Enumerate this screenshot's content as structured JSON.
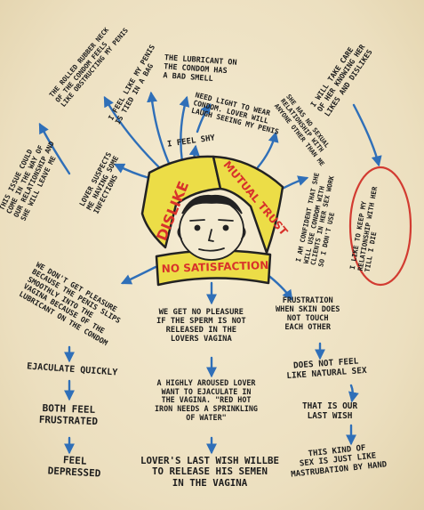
{
  "title": "",
  "center": {
    "left_label": "DISLIKE",
    "right_label": "MUTUAL TRUST",
    "bottom_label": "NO SATISFACTION"
  },
  "notes": {
    "rubber_neck": "THE ROLLED RUBBER NECK\nOF THE CONDOM FEELS\nLIKE OBSTRUCTING MY PENIS",
    "tied_bag": "I FEEL LIKE MY PENIS\nIS TIED IN A BAG",
    "bad_smell": "THE LUBRICANT ON\nTHE CONDOM HAS\nA BAD SMELL",
    "need_light": "NEED LIGHT TO WEAR\nCONDOM. LOVER WILL\nLAUGH SEEING MY PENIS",
    "feel_shy": "I FEEL SHY",
    "lover_suspects": "LOVER SUSPECTS\nME HAVING SOME\nINFECTIONS",
    "issue_could": "THIS ISSUE COULD\nCOME IN THE WAY OF\nOUR RELATIONSHIP AND\nSHE WILL LEAVE ME",
    "no_sexual": "SHE HAS NO SEXUAL\nRELATIONSHIP WITH\nANYONE OTHER THAN ME",
    "confident": "I AM CONFIDENT THAT SHE\nWILL USE CONDOM WITH\nCLIENTS IN HER SEX WORK\nSO I DON'T USE",
    "take_care": "I WILL TAKE CARE\nOF HER KNOWING HER\nLIKES AND DISLIKES",
    "keep_relationship": "I LIKE TO KEEP MY\nRELATIONSHIP WITH HER\nTILL I DIE",
    "slips": "WE DON'T GET PLEASURE\nBECAUSE THE PENIS SLIPS\nSMOOTHLY INTO THE\nVAGINA BECAUSE OF THE\nLUBRICANT ON THE CONDOM",
    "ejaculate": "EJACULATE QUICKLY",
    "both_frustrated": "BOTH FEEL\nFRUSTRATED",
    "depressed": "FEEL\nDEPRESSED",
    "no_pleasure_sperm": "WE GET NO PLEASURE\nIF THE SPERM IS NOT\nRELEASED IN THE\nLOVERS VAGINA",
    "aroused": "A HIGHLY AROUSED LOVER\nWANT TO EJACULATE IN\nTHE VAGINA. \"RED HOT\nIRON NEEDS A SPRINKLING\nOF WATER\"",
    "last_wish_semen": "LOVER'S LAST WISH WILLBE\nTO RELEASE HIS SEMEN\nIN THE VAGINA",
    "frustration": "FRUSTRATION\nWHEN SKIN DOES\nNOT TOUCH\nEACH OTHER",
    "not_natural": "DOES NOT FEEL\nLIKE NATURAL SEX",
    "last_wish": "THAT IS OUR\nLAST WISH",
    "mastrubation": "THIS KIND OF\nSEX IS JUST LIKE\nMASTRUBATION BY HAND"
  },
  "colors": {
    "background": "#efe4c6",
    "ink": "#1d1d1d",
    "petal_fill": "#ecdd47",
    "petal_text": "#d8322b",
    "arrow": "#2f6fb8",
    "circle": "#d23b31"
  },
  "icons": [
    "face-drawing"
  ]
}
